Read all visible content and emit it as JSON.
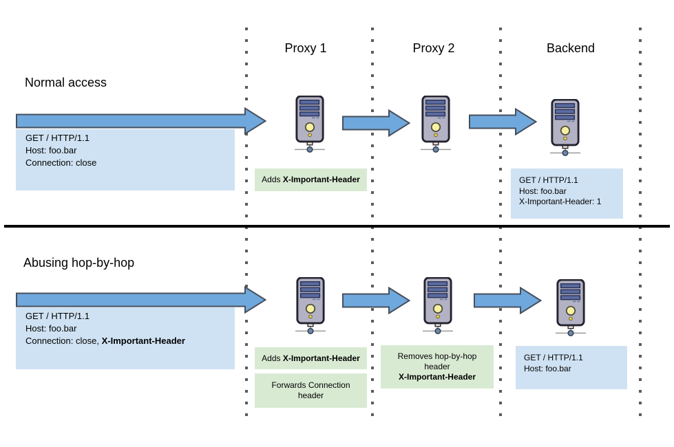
{
  "lanes": [
    "Proxy 1",
    "Proxy 2",
    "Backend"
  ],
  "colors": {
    "arrow_fill": "#6fa8dc",
    "arrow_stroke": "#474f5c",
    "request_box_bg": "#cfe2f3",
    "note_box_bg": "#d9ead3",
    "dotted_line": "#5b5b5b",
    "divider": "#000000",
    "server_body": "#b2b2c4",
    "server_bay": "#5a6ba1",
    "server_power": "#f6f0a3"
  },
  "normal": {
    "title": "Normal access",
    "client_request": {
      "line1": "GET / HTTP/1.1",
      "line2": "Host: foo.bar",
      "line3": "Connection: close"
    },
    "proxy1_note": {
      "prefix": "Adds ",
      "bold": "X-Important-Header"
    },
    "backend_request": {
      "line1": "GET / HTTP/1.1",
      "line2": "Host: foo.bar",
      "line3": "X-Important-Header: 1"
    }
  },
  "abuse": {
    "title": "Abusing hop-by-hop",
    "client_request": {
      "line1": "GET / HTTP/1.1",
      "line2": "Host: foo.bar",
      "line3_prefix": "Connection: close, ",
      "line3_bold": "X-Important-Header"
    },
    "proxy1_note1": {
      "prefix": "Adds ",
      "bold": "X-Important-Header"
    },
    "proxy1_note2": "Forwards Connection header",
    "proxy2_note": {
      "line1": "Removes hop-by-hop",
      "line2": "header",
      "bold": "X-Important-Header"
    },
    "backend_request": {
      "line1": "GET / HTTP/1.1",
      "line2": "Host: foo.bar"
    }
  }
}
